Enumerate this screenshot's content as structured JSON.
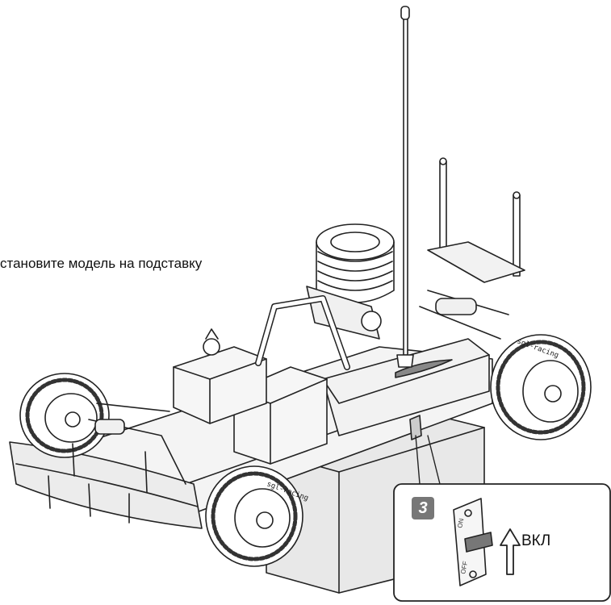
{
  "caption": "становите модель на подставку",
  "inset": {
    "step_number": "3",
    "switch_on_text": "ON",
    "switch_off_text": "OFF",
    "arrow_label": "ВКЛ"
  },
  "decal_text": "sgl-racing"
}
